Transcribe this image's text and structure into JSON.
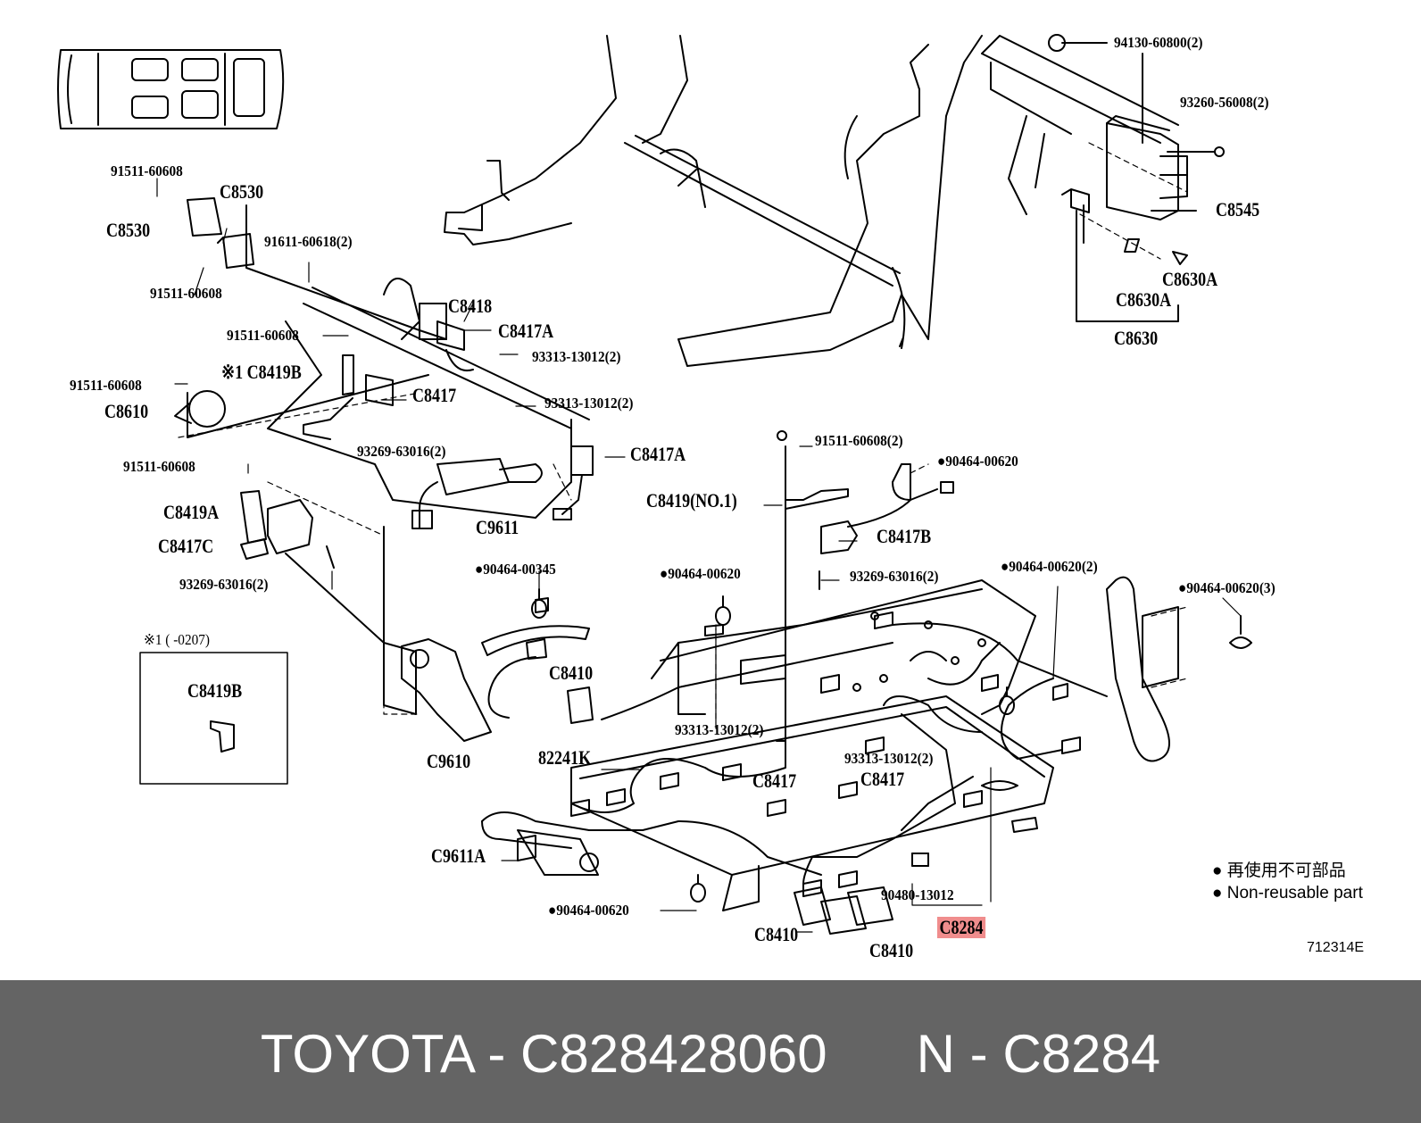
{
  "diagram": {
    "figure_id": "712314E",
    "callout_note": "※1 (      -0207)",
    "legend": {
      "bullet": "●",
      "line_ja": "再使用不可部品",
      "line_en": "Non-reusable part"
    },
    "labels": {
      "p94130": "94130-60800(2)",
      "p93260": "93260-56008(2)",
      "c8545": "C8545",
      "c8630a_1": "C8630A",
      "c8630a_2": "C8630A",
      "c8630": "C8630",
      "p91511_a": "91511-60608",
      "c8530_top": "C8530",
      "c8530_left": "C8530",
      "p91611": "91611-60618(2)",
      "p91511_b": "91511-60608",
      "c8418": "C8418",
      "p91511_c": "91511-60608",
      "c8417a_1": "C8417A",
      "p93313_a": "93313-13012(2)",
      "c8419b": "※1 C8419B",
      "p91511_d": "91511-60608",
      "c8417_1": "C8417",
      "c8610": "C8610",
      "p93313_b": "93313-13012(2)",
      "p93269_a": "93269-63016(2)",
      "c8417a_2": "C8417A",
      "p91511_e": "91511-60608",
      "c9611": "C9611",
      "p91511_f": "91511-60608(2)",
      "p90464_a": "●90464-00620",
      "c8419a": "C8419A",
      "c8419no1": "C8419(NO.1)",
      "c8417c": "C8417C",
      "c8417b": "C8417B",
      "p93269_b": "93269-63016(2)",
      "p90464_b": "●90464-00345",
      "p90464_c": "●90464-00620",
      "p93269_c": "93269-63016(2)",
      "p90464_d": "●90464-00620(2)",
      "p90464_e": "●90464-00620(3)",
      "inset_c8419b": "C8419B",
      "c8410_1": "C8410",
      "p93313_c": "93313-13012(2)",
      "c9610": "C9610",
      "p82241k": "82241K",
      "p93313_d": "93313-13012(2)",
      "c8417_2": "C8417",
      "c8417_3": "C8417",
      "c9611a": "C9611A",
      "p90480": "90480-13012",
      "p90464_f": "●90464-00620",
      "c8284": "C8284",
      "c8410_2": "C8410",
      "c8410_3": "C8410"
    }
  },
  "footer": {
    "text": "TOYOTA - C828428060      N - C8284",
    "background": "#646464",
    "color": "#ffffff"
  },
  "highlight_color": "#f08d8d"
}
